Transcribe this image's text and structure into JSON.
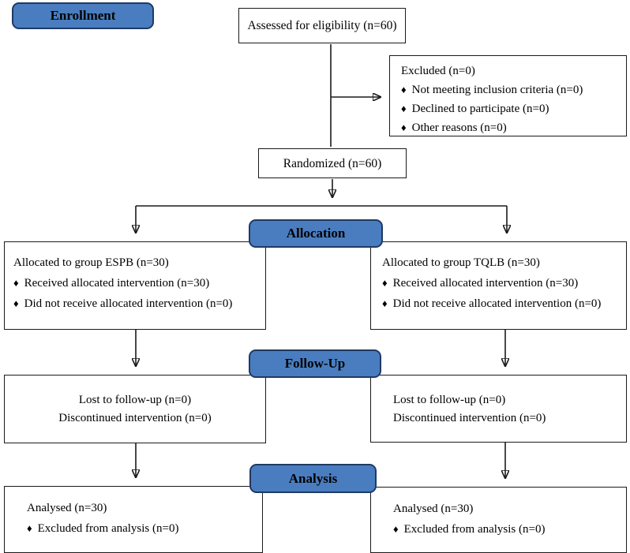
{
  "diagram": {
    "type": "consort-flowchart",
    "bullet_char": "♦",
    "colors": {
      "stage_fill": "#4a7dbf",
      "stage_border": "#1e3a63",
      "box_border": "#1a1a1a",
      "text": "#000000",
      "background": "#ffffff"
    },
    "stages": {
      "enrollment": "Enrollment",
      "allocation": "Allocation",
      "followup": "Follow-Up",
      "analysis": "Analysis"
    },
    "boxes": {
      "assessed": "Assessed for eligibility (n=60)",
      "excluded": {
        "title": "Excluded (n=0)",
        "items": [
          "Not meeting inclusion criteria (n=0)",
          "Declined to participate (n=0)",
          "Other reasons (n=0)"
        ]
      },
      "randomized": "Randomized (n=60)",
      "alloc_left": {
        "title": "Allocated to group ESPB (n=30)",
        "items": [
          "Received allocated intervention (n=30)",
          "Did not receive allocated intervention (n=0)"
        ]
      },
      "alloc_right": {
        "title": "Allocated to group TQLB (n=30)",
        "items": [
          "Received allocated intervention (n=30)",
          "Did not receive allocated intervention (n=0)"
        ]
      },
      "followup_left": {
        "line1": "Lost to follow-up (n=0)",
        "line2": "Discontinued intervention (n=0)"
      },
      "followup_right": {
        "line1": "Lost to follow-up (n=0)",
        "line2": "Discontinued intervention (n=0)"
      },
      "analysis_left": {
        "title": "Analysed (n=30)",
        "items": [
          "Excluded from analysis (n=0)"
        ]
      },
      "analysis_right": {
        "title": "Analysed (n=30)",
        "items": [
          "Excluded from analysis (n=0)"
        ]
      }
    }
  }
}
